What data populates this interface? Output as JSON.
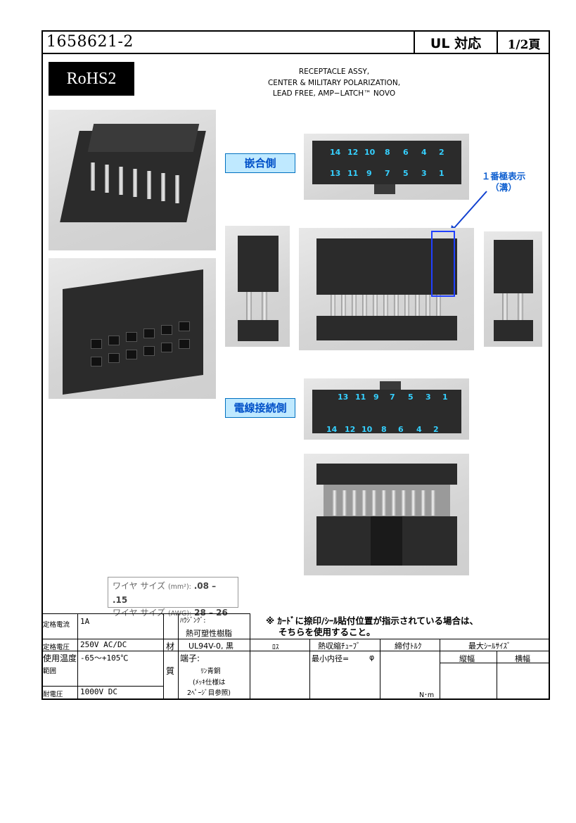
{
  "header": {
    "part_number": "1658621-2",
    "ul_label": "UL 対応",
    "page": "1/2頁"
  },
  "badge": "RoHS2",
  "description": [
    "RECEPTACLE ASSY,",
    "CENTER & MILITARY POLARIZATION,",
    "LEAD FREE, AMP−LATCH™ NOVO"
  ],
  "views": {
    "mating_side": "嵌合側",
    "wire_side": "電線接続側"
  },
  "polarization_note": [
    "１番極表示",
    "（溝）"
  ],
  "mating_pins": {
    "top": [
      "14",
      "12",
      "10",
      "8",
      "6",
      "4",
      "2"
    ],
    "bottom": [
      "13",
      "11",
      "9",
      "7",
      "5",
      "3",
      "1"
    ]
  },
  "wire_pins": {
    "top": [
      "13",
      "11",
      "9",
      "7",
      "5",
      "3",
      "1"
    ],
    "bottom": [
      "14",
      "12",
      "10",
      "8",
      "6",
      "4",
      "2"
    ]
  },
  "wire_size": {
    "mm2_label": "ワイヤ サイズ",
    "mm2_unit": "(mm²):",
    "mm2_value": ".08 – .15",
    "awg_label": "ワイヤ サイズ",
    "awg_unit": "(AWG):",
    "awg_value": "28 – 26"
  },
  "specs": {
    "rated_current_label": "定格電流",
    "rated_current_value": "1A",
    "rated_voltage_label": "定格電圧",
    "rated_voltage_value": "250V AC/DC",
    "temp_label_1": "使用温度",
    "temp_label_2": "範囲",
    "temp_value": "-65～+105℃",
    "withstand_label": "耐電圧",
    "withstand_value": "1000V DC",
    "material_label_1": "材",
    "material_label_2": "質",
    "housing_label": "ﾊｳｼﾞﾝｸﾞ:",
    "housing_value_1": "熱可塑性樹脂",
    "housing_value_2": "UL94V-0, 黒",
    "terminal_label": "端子:",
    "terminal_value_1": "ﾘﾝ青銅",
    "terminal_value_2": "(ﾒｯｷ仕様は",
    "terminal_value_3": "2ﾍﾟｰｼﾞ目参照)"
  },
  "note": [
    "※ ｶｰﾄﾞに捺印/ｼｰﾙ貼付位置が指示されている場合は、",
    "そちらを使用すること。"
  ],
  "columns": {
    "ros": "ﾛｽ",
    "tube": "熱収縮ﾁｭｰﾌﾞ",
    "tube_min_id": "最小内径=",
    "tube_unit": "φ",
    "torque": "締付ﾄﾙｸ",
    "torque_unit": "N･m",
    "seal": "最大ｼｰﾙｻｲｽﾞ",
    "seal_height": "縦幅",
    "seal_width": "横幅"
  }
}
